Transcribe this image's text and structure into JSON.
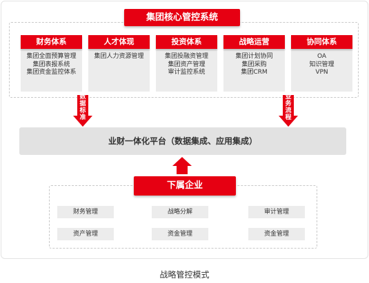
{
  "top_title": "集团核心管控系统",
  "modules": [
    {
      "title": "财务体系",
      "items": [
        "集团全面预算管理",
        "集团表报系统",
        "集团资金监控体系"
      ]
    },
    {
      "title": "人才体现",
      "items": [
        "集团人力资源管理"
      ]
    },
    {
      "title": "投资体系",
      "items": [
        "集团投融资管理",
        "集团资产管理",
        "审计监控系统"
      ]
    },
    {
      "title": "战略运营",
      "items": [
        "集团计划协同",
        "集团采购",
        "集团CRM"
      ]
    },
    {
      "title": "协同体系",
      "items": [
        "OA",
        "知识管理",
        "VPN"
      ]
    }
  ],
  "left_arrow_label": "数据标准",
  "right_arrow_label": "业务流程",
  "platform_label": "业财一体化平台（数据集成、应用集成）",
  "subsidiary_title": "下属企业",
  "subsidiary_items": [
    "财务管理",
    "战略分解",
    "审计管理",
    "资产管理",
    "资金管理",
    "资金管理"
  ],
  "caption": "战略管控模式",
  "colors": {
    "accent": "#e60012",
    "module_bg": "#ececec",
    "platform_bg": "#e2e2e2"
  }
}
